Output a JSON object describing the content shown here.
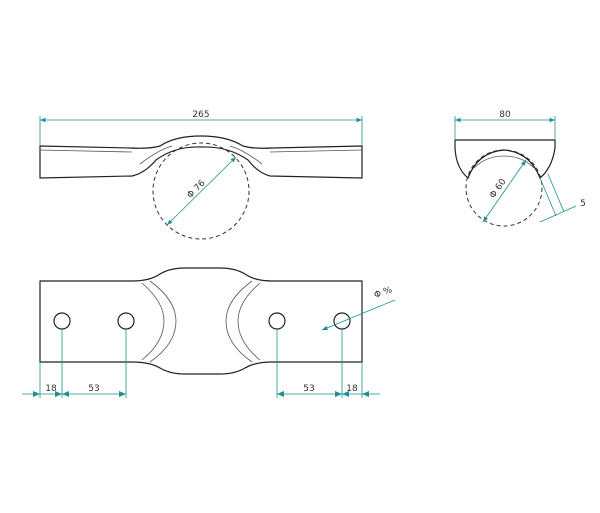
{
  "dimensions": {
    "front_total_length": "265",
    "front_pipe_diameter": "Φ 76",
    "side_width": "80",
    "side_pipe_diameter": "Φ 60",
    "side_thickness": "5",
    "plan_hole_diameter": "Φ %",
    "plan_left_edge_to_hole": "18",
    "plan_left_hole_spacing": "53",
    "plan_right_hole_spacing": "53",
    "plan_right_hole_to_edge": "18"
  },
  "colors": {
    "outline": "#222222",
    "dimension": "#1f8f8f"
  }
}
